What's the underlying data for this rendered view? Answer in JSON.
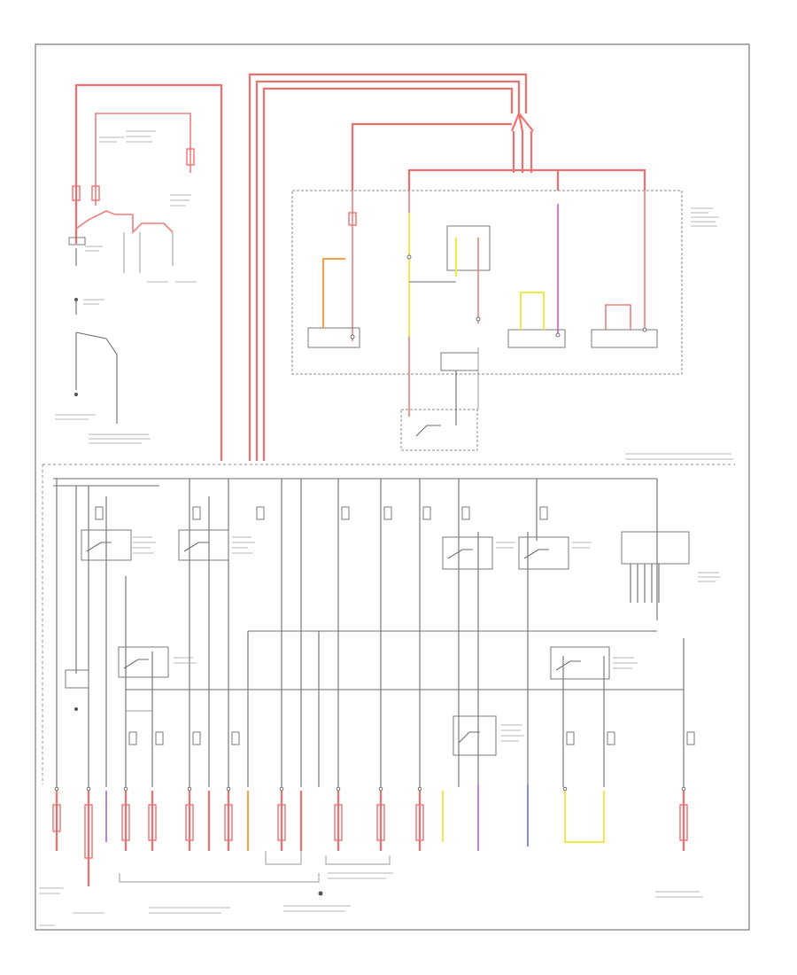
{
  "diagram": {
    "colors": {
      "power_wire": "#ef6f6f",
      "ground_wire": "#6d6d6d",
      "yellow_wire": "#f2e84a",
      "violet_wire": "#c07ee8",
      "pink_wire": "#e37ad6",
      "orange_wire": "#f4a04a",
      "blue_wire": "#8a85e8",
      "frame": "#7a7a7a"
    },
    "icon_names": [
      "battery-icon",
      "relay-switch-icon",
      "fuse-icon",
      "connector-icon",
      "ground-icon",
      "motor-icon"
    ],
    "blocks": {
      "battery_area": {
        "name": "battery-circuit",
        "fuse_count": 3
      },
      "engine_compartment_box": {
        "name": "engine-compartment-fuse-relay-box",
        "relay_count": 4
      },
      "interior_fuse_panel": {
        "name": "interior-fuse-relay-panel",
        "relay_count": 6
      },
      "bottom_connectors": {
        "name": "bottom-component-connectors",
        "count": 20
      }
    }
  }
}
